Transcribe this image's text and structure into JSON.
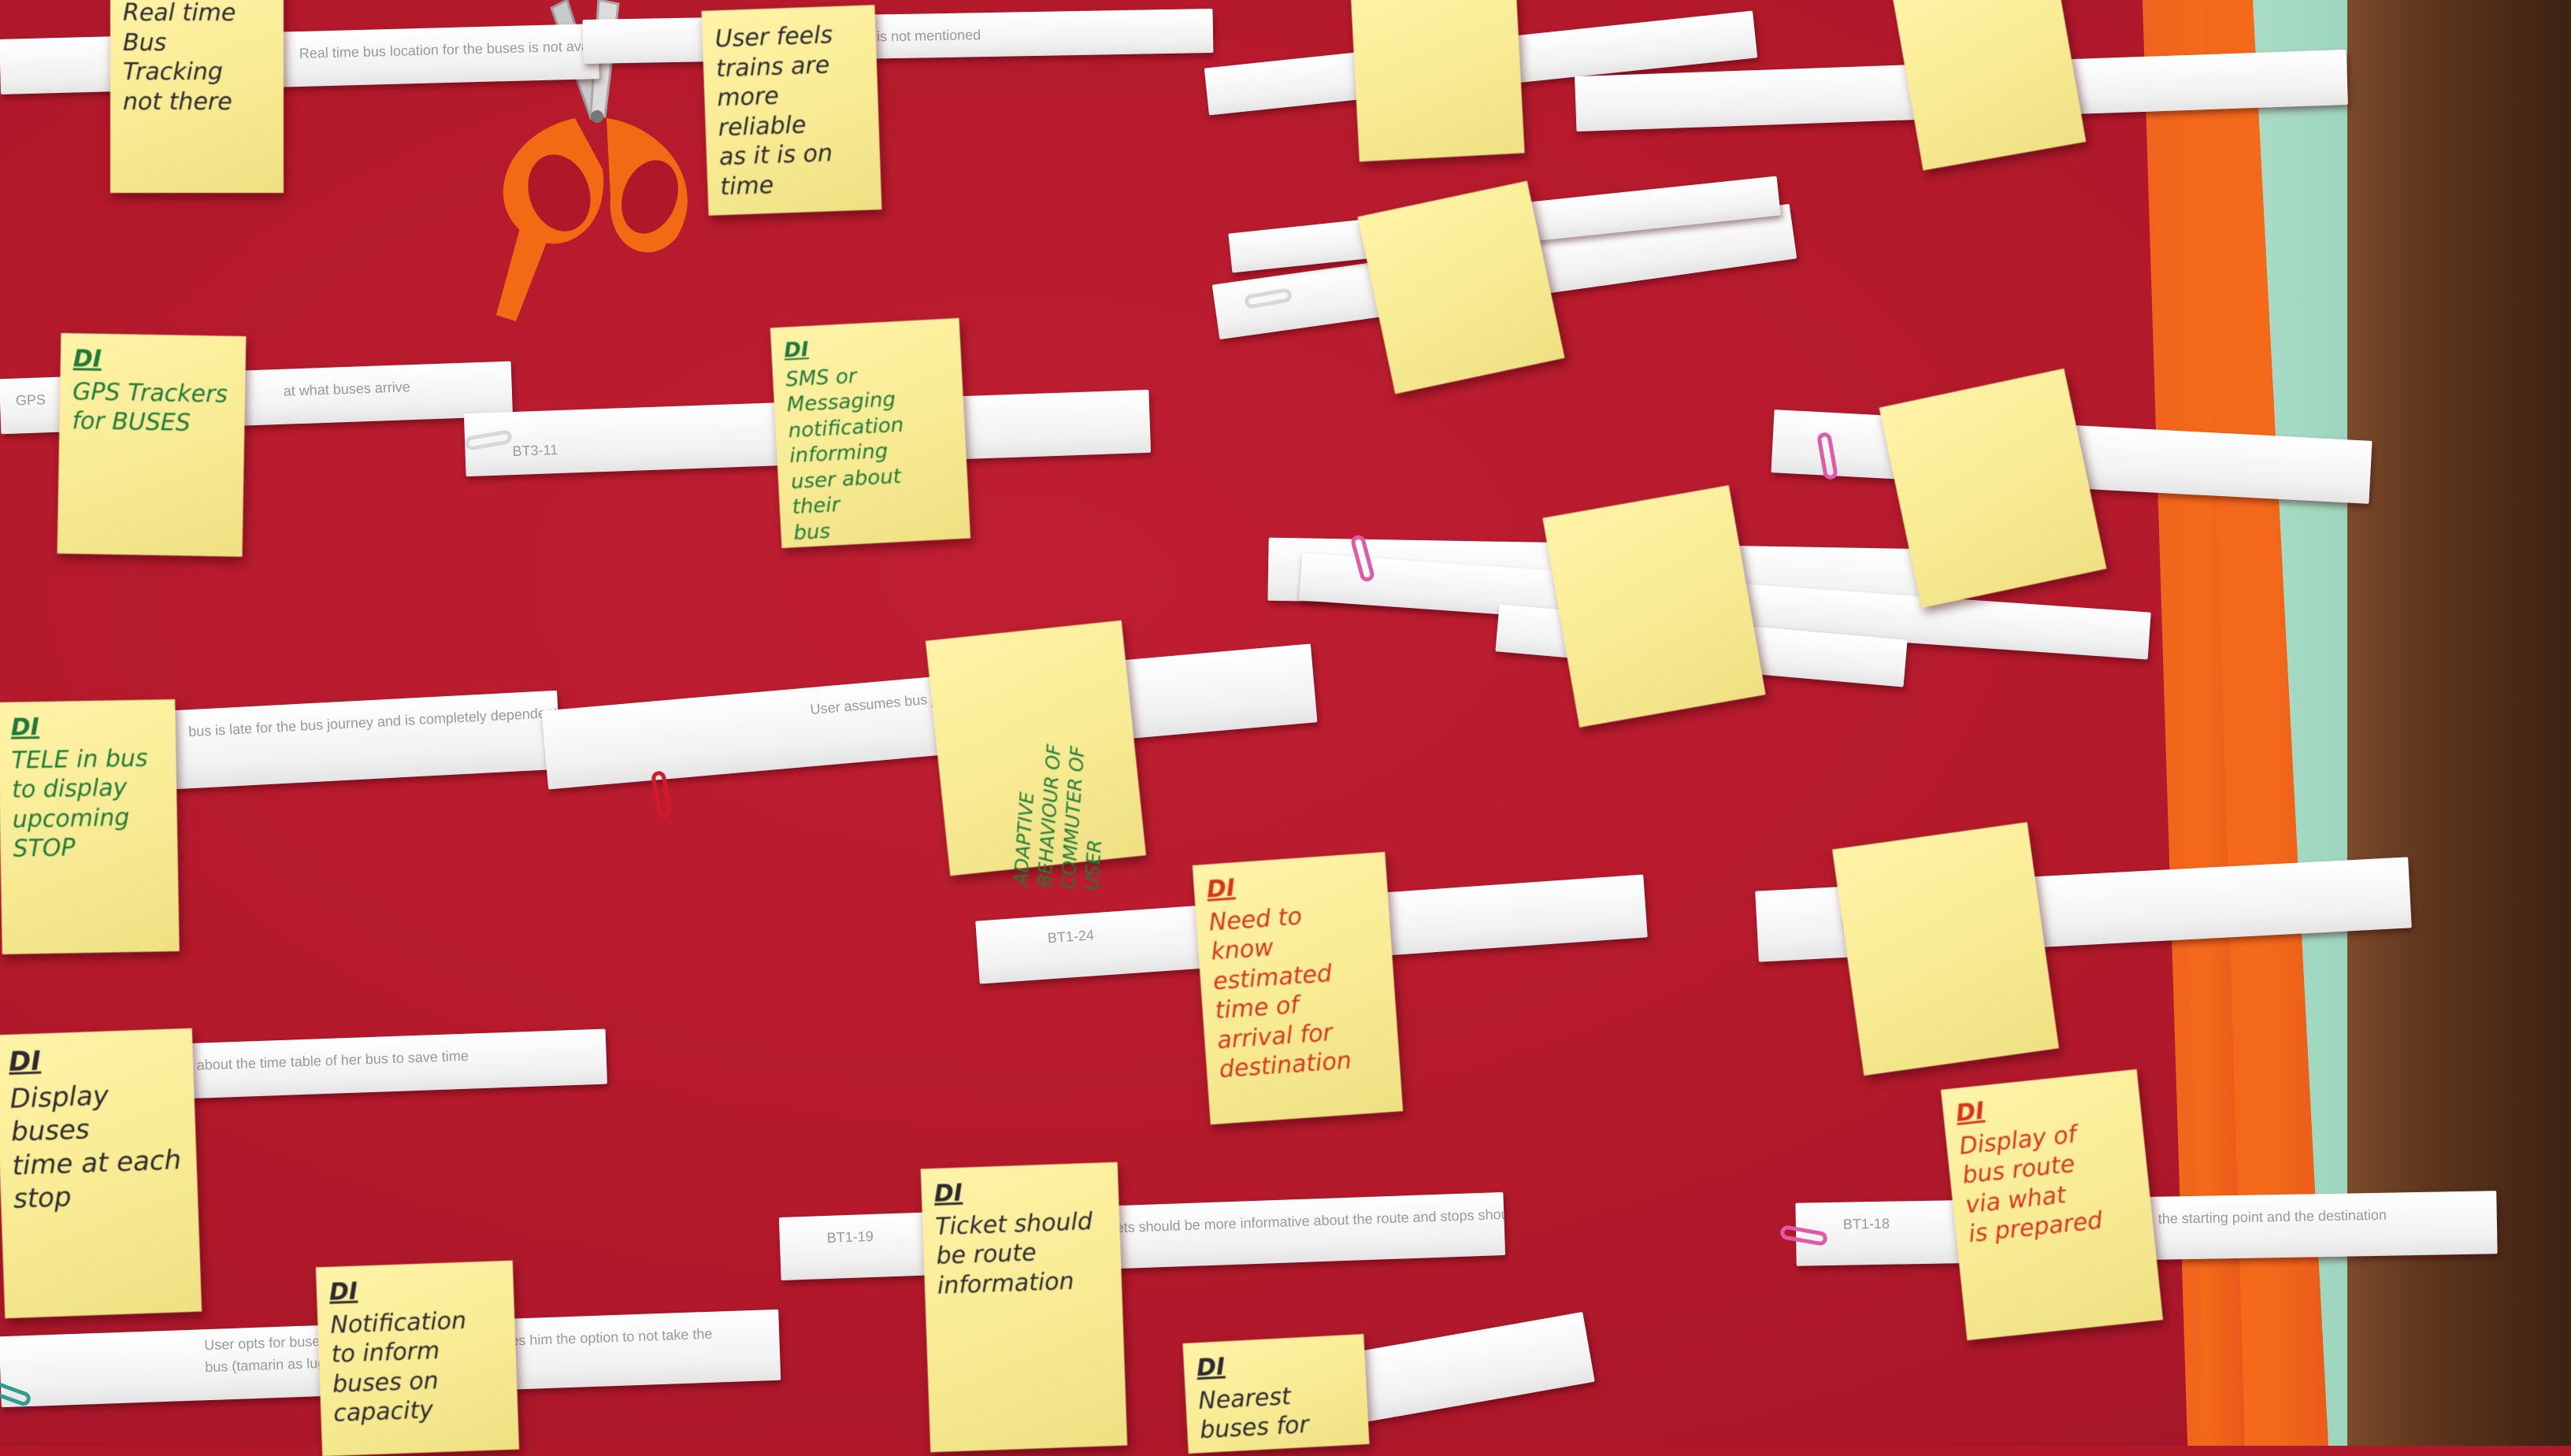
{
  "scene": {
    "description_colors": {
      "board": "#b0182a",
      "orange_edge": "#f46a1a",
      "green_edge": "#9fd6bf",
      "note_yellow": "#f8eb93",
      "strip_white": "#f5f5f5"
    }
  },
  "notes": [
    {
      "id": "n1",
      "label": "",
      "text": "Real time\nBus Tracking\nnot there",
      "color": "dark"
    },
    {
      "id": "n2",
      "label": "",
      "text": "User feels\ntrains are\nmore reliable\nas it is on\ntime",
      "color": "dark"
    },
    {
      "id": "n3",
      "label": "",
      "text": "",
      "color": "green"
    },
    {
      "id": "n4",
      "label": "",
      "text": "",
      "color": "blue"
    },
    {
      "id": "n5",
      "label": "",
      "text": "",
      "color": "green"
    },
    {
      "id": "n6",
      "label": "DI",
      "text": "GPS Trackers\nfor BUSES",
      "color": "green"
    },
    {
      "id": "n7",
      "label": "DI",
      "text": "SMS or\nMessaging\nnotification\ninforming\nuser about their\nbus",
      "color": "green"
    },
    {
      "id": "n8",
      "label": "",
      "text": "",
      "color": "red"
    },
    {
      "id": "n9",
      "label": "",
      "text": "",
      "color": "dark"
    },
    {
      "id": "n10",
      "label": "DI",
      "text": "TELE in bus\nto display\nupcoming\nSTOP",
      "color": "green"
    },
    {
      "id": "n11",
      "label": "",
      "text": "ADAPTIVE\nBEHAVIOUR OF\nCOMMUTER OF\nUSER",
      "color": "green"
    },
    {
      "id": "n12",
      "label": "DI",
      "text": "Need to\nknow\nestimated\ntime of\narrival for\ndestination",
      "color": "red"
    },
    {
      "id": "n13",
      "label": "",
      "text": "",
      "color": "green"
    },
    {
      "id": "n14",
      "label": "DI",
      "text": "Display buses\ntime at each\nstop",
      "color": "dark"
    },
    {
      "id": "n15",
      "label": "DI",
      "text": "Ticket should\nbe route\ninformation",
      "color": "dark"
    },
    {
      "id": "n16",
      "label": "DI",
      "text": "Display of\nbus route\nvia what\nis prepared",
      "color": "red"
    },
    {
      "id": "n17",
      "label": "DI",
      "text": "Notification\nto inform\nbuses on\ncapacity",
      "color": "dark"
    },
    {
      "id": "n18",
      "label": "DI",
      "text": "Nearest\nbuses for",
      "color": "dark"
    }
  ],
  "strips": [
    {
      "id": "s1",
      "text": "Real time bus location for the buses is not available"
    },
    {
      "id": "s2",
      "text": "Passenger Database is not mentioned"
    },
    {
      "id": "s3",
      "text": "GPS"
    },
    {
      "id": "s4",
      "text": "at what buses arrive"
    },
    {
      "id": "s5",
      "text": "BT3-11"
    },
    {
      "id": "s6",
      "text": "bus is late for the bus journey and is completely dependent on"
    },
    {
      "id": "s7",
      "text": "User assumes bus journey"
    },
    {
      "id": "s8",
      "text": "BT1-24"
    },
    {
      "id": "s9",
      "text": "about the time table of her bus to save time"
    },
    {
      "id": "s10",
      "text": "BT1-19"
    },
    {
      "id": "s11",
      "text": "tickets should be more informative about the route and stops should"
    },
    {
      "id": "s12",
      "text": "the starting point and the destination"
    },
    {
      "id": "s13",
      "text": "User opts for buses"
    },
    {
      "id": "s14",
      "text": "bus (tamarin as lugs"
    },
    {
      "id": "s15",
      "text": "ves him the option to not take the"
    },
    {
      "id": "s16",
      "text": "BT1-18"
    }
  ]
}
